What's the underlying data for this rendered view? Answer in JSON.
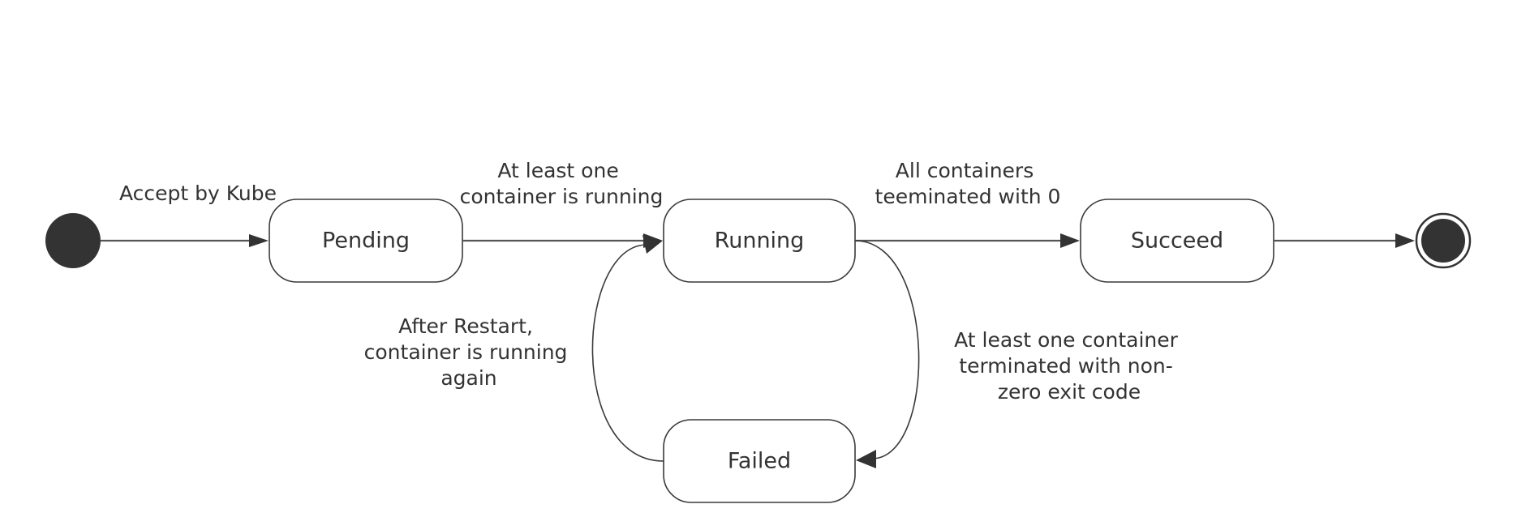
{
  "diagram": {
    "states": {
      "pending": "Pending",
      "running": "Running",
      "succeed": "Succeed",
      "failed": "Failed"
    },
    "transitions": {
      "initial_to_pending": [
        "Accept by Kube"
      ],
      "pending_to_running": [
        "At least one",
        "container is running"
      ],
      "running_to_succeed": [
        "All containers",
        "teeminated with 0"
      ],
      "running_to_failed": [
        "At least one container",
        "terminated with non-",
        "zero exit code"
      ],
      "failed_to_running": [
        "After Restart,",
        "container is running",
        "again"
      ]
    },
    "colors": {
      "stroke": "#3a3a3a",
      "text": "#333333",
      "pseudo_state_fill": "#333333"
    }
  }
}
